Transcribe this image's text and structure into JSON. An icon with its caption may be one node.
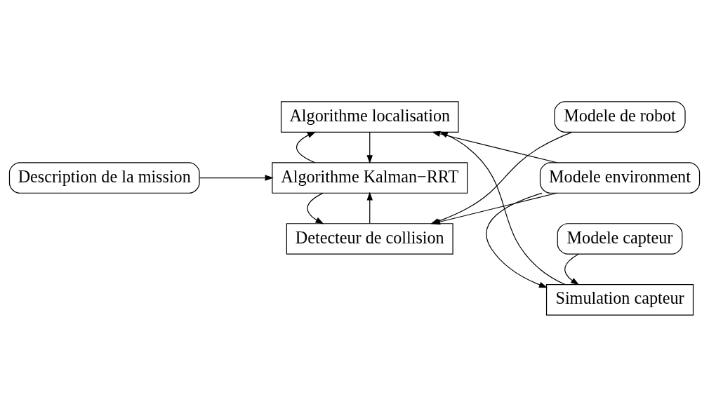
{
  "diagram": {
    "nodes": [
      {
        "text": [
          "Description de la mission"
        ]
      },
      {
        "text": [
          "Detecteur de collision"
        ]
      },
      {
        "text": [
          "Algorithme Kalman−RRT"
        ]
      },
      {
        "text": [
          "Algorithme localisation"
        ]
      },
      {
        "text": [
          "Modele de robot"
        ]
      },
      {
        "text": [
          "Modele environment"
        ]
      },
      {
        "text": [
          "Simulation capteur"
        ]
      },
      {
        "text": [
          "Modele capteur"
        ]
      }
    ],
    "edges": [
      {
        "from": 4,
        "to": 1,
        "arrow": "to"
      },
      {
        "from": 5,
        "to": 1,
        "arrow": "to"
      },
      {
        "from": 1,
        "to": 2,
        "arrow": "to"
      },
      {
        "from": 2,
        "to": 1,
        "arrow": "to"
      },
      {
        "from": 0,
        "to": 2,
        "arrow": "to"
      },
      {
        "from": 3,
        "to": 2,
        "arrow": "to"
      },
      {
        "from": 2,
        "to": 3,
        "arrow": "to"
      },
      {
        "from": 5,
        "to": 3,
        "arrow": "to"
      },
      {
        "from": 6,
        "to": 3,
        "arrow": "to"
      },
      {
        "from": 5,
        "to": 6,
        "arrow": "to"
      },
      {
        "from": 7,
        "to": 6,
        "arrow": "to"
      }
    ]
  }
}
